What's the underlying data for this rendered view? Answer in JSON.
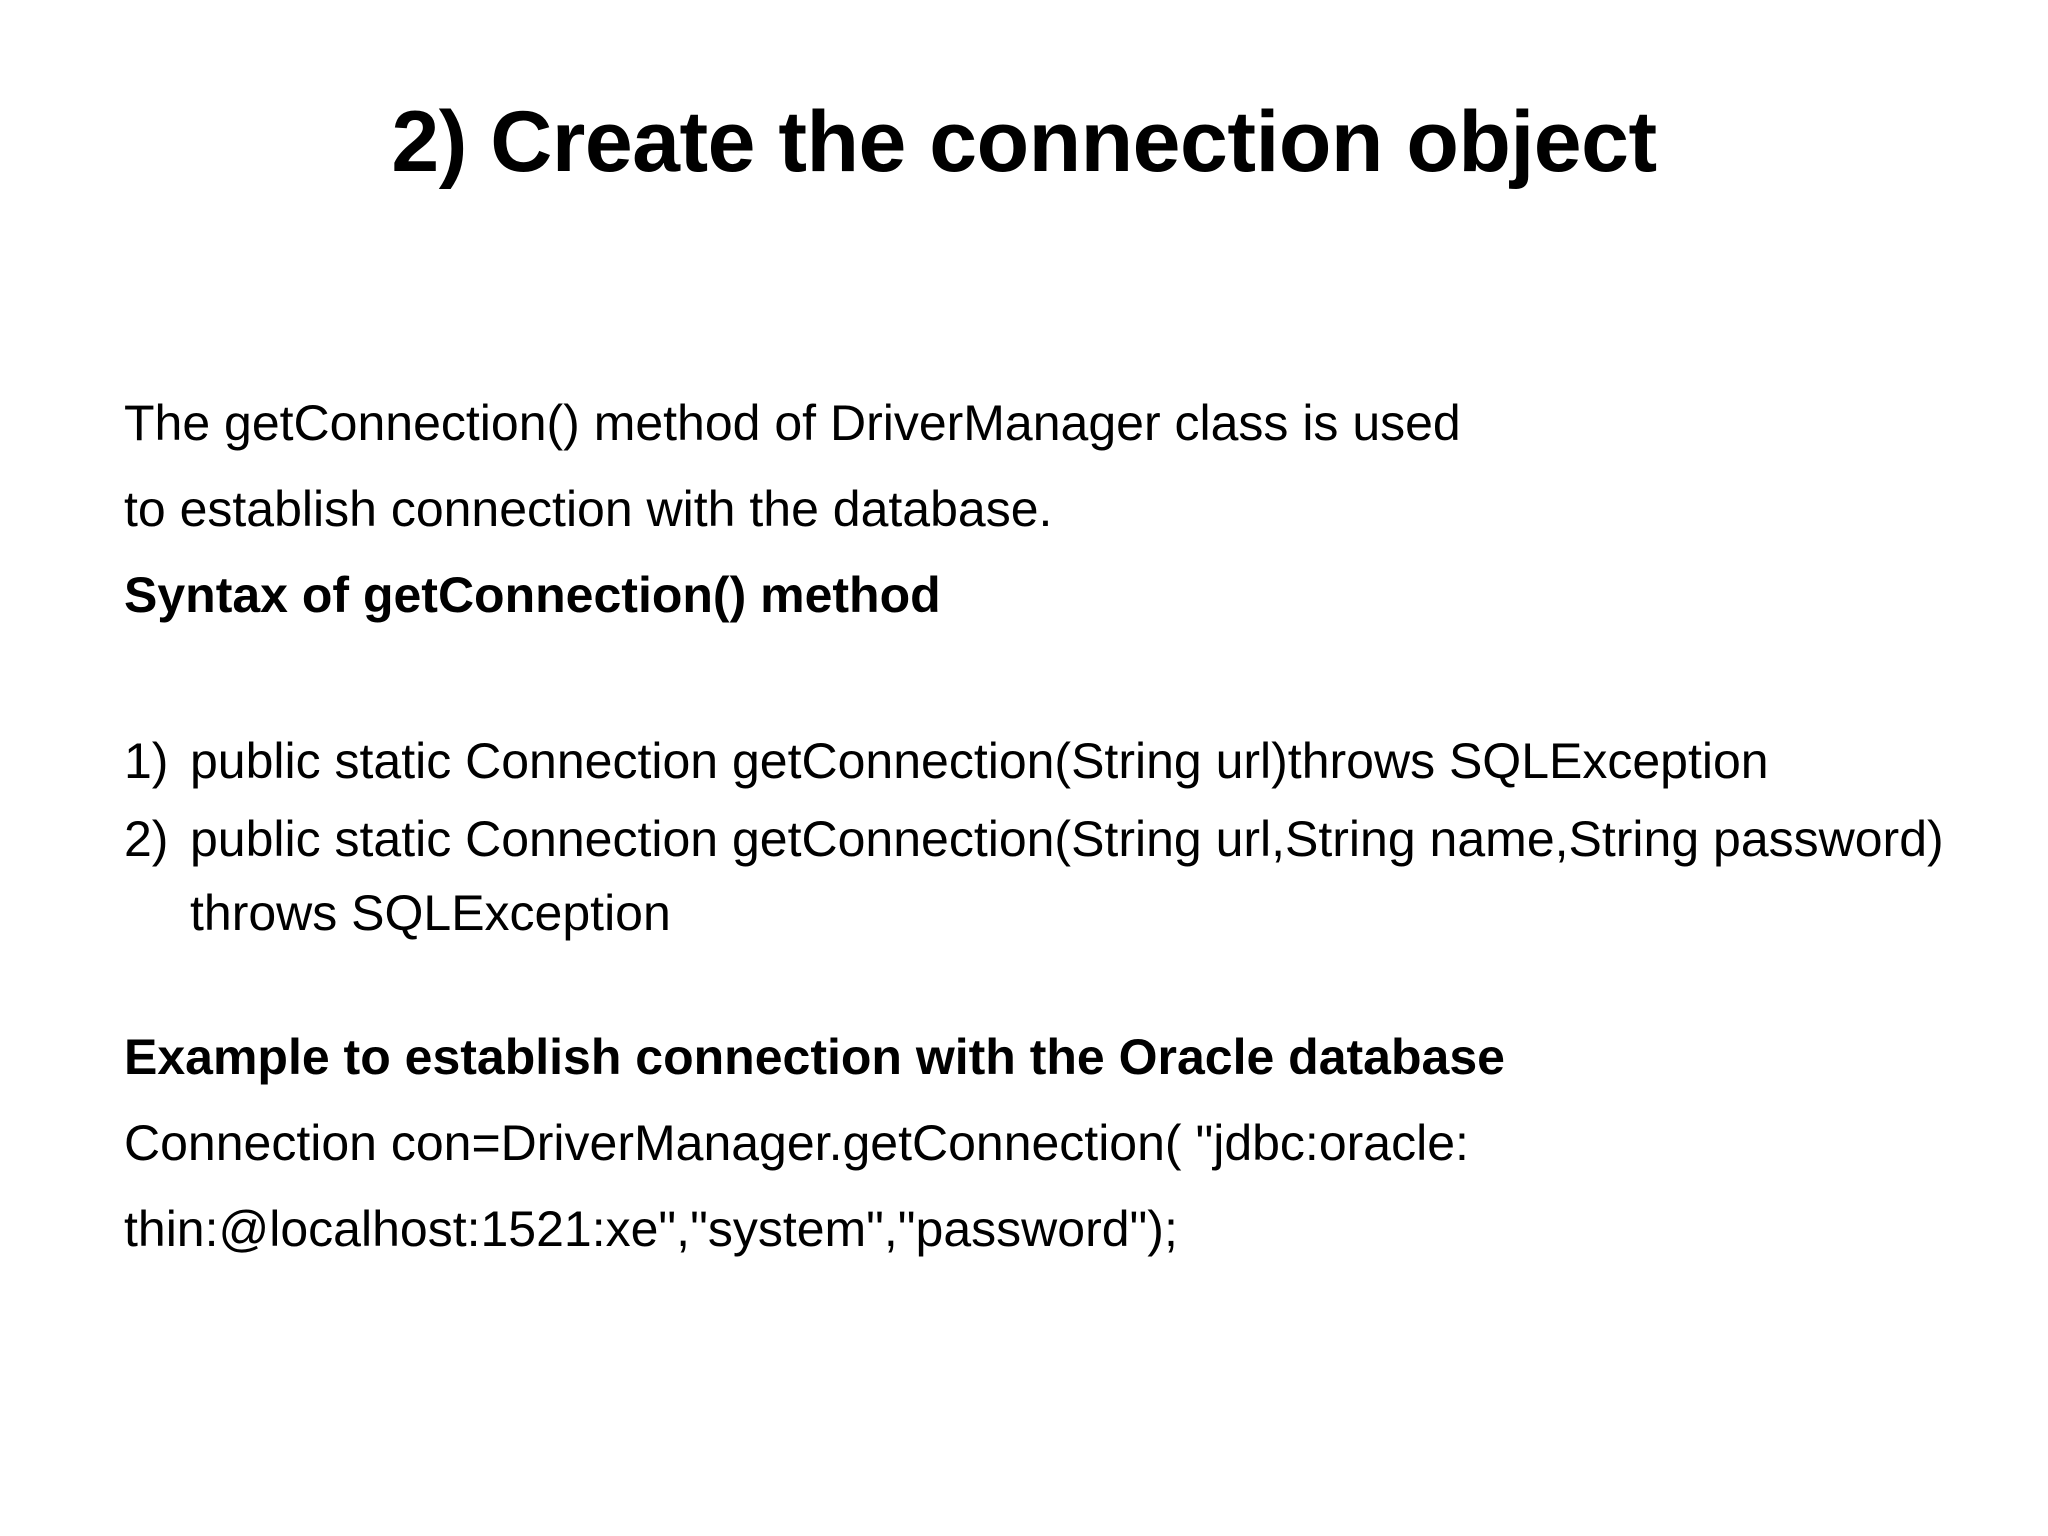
{
  "slide": {
    "title": "2) Create the connection object",
    "intro_line1": "The getConnection() method of DriverManager class is used",
    "intro_line2": "to establish connection with the database.",
    "syntax_heading": "Syntax of getConnection() method",
    "syntax_items": [
      {
        "number": "1)",
        "text": "public static Connection getConnection(String url)throws SQLException"
      },
      {
        "number": "2)",
        "text": "public static Connection getConnection(String url,String name,String password)  throws SQLException"
      }
    ],
    "example_heading": "Example to establish connection with the Oracle database",
    "example_line1": "Connection con=DriverManager.getConnection( \"jdbc:oracle:",
    "example_line2": "thin:@localhost:1521:xe\",\"system\",\"password\");"
  }
}
